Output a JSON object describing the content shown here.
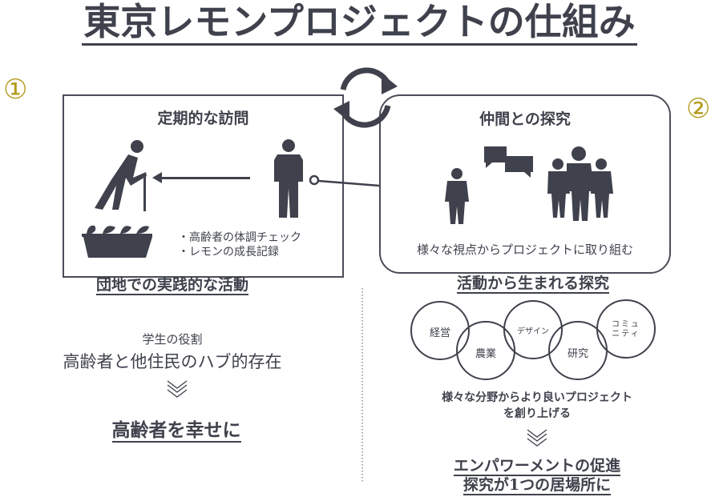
{
  "title": "東京レモンプロジェクトの仕組み",
  "markers": {
    "one": "①",
    "two": "②"
  },
  "colors": {
    "ink": "#3f424c",
    "gold": "#b39a1c"
  },
  "panel1": {
    "heading": "定期的な訪問",
    "bullets": [
      "・高齢者の体調チェック",
      "・レモンの成長記録"
    ]
  },
  "panel2": {
    "heading": "仲間との探究",
    "caption": "様々な視点からプロジェクトに取り組む"
  },
  "left": {
    "section_title": "団地での実践的な活動",
    "role_label": "学生の役割",
    "role_value": "高齢者と他住民のハブ的存在",
    "goal": "高齢者を幸せに"
  },
  "right": {
    "section_title": "活動から生まれる探究",
    "fields": [
      "経営",
      "農業",
      "デザイン",
      "研究",
      "コミュ\nニティ"
    ],
    "desc_line1": "様々な分野からより良いプロジェクト",
    "desc_line2": "を創り上げる",
    "goal_line1": "エンパワーメントの促進",
    "goal_line2": "探究が1つの居場所に"
  }
}
